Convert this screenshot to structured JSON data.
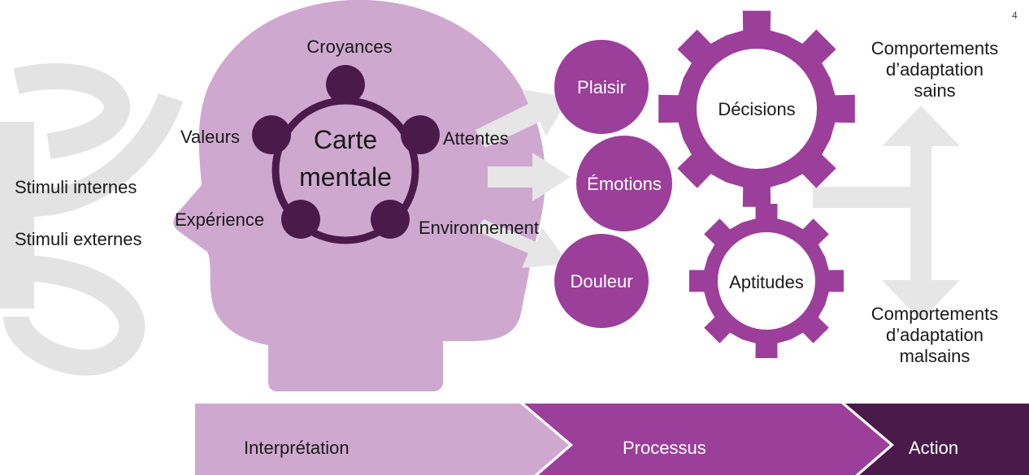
{
  "page_number": "4",
  "colors": {
    "head": "#cfa8d0",
    "dark_purple": "#4a1a4a",
    "medium_purple": "#9b3f9a",
    "light_purple": "#cfa8d0",
    "arrow_gray": "#e6e6e6"
  },
  "stimuli": {
    "internal": "Stimuli internes",
    "external": "Stimuli externes"
  },
  "mental_map": {
    "title_line1": "Carte",
    "title_line2": "mentale",
    "nodes": [
      "Croyances",
      "Attentes",
      "Environnement",
      "Expérience",
      "Valeurs"
    ]
  },
  "feelings": [
    "Plaisir",
    "Émotions",
    "Douleur"
  ],
  "gears": {
    "top": "Décisions",
    "bottom": "Aptitudes"
  },
  "outcomes": {
    "healthy": [
      "Comportements",
      "d’adaptation",
      "sains"
    ],
    "unhealthy": [
      "Comportements",
      "d’adaptation",
      "malsains"
    ]
  },
  "phases": [
    "Interprétation",
    "Processus",
    "Action"
  ]
}
